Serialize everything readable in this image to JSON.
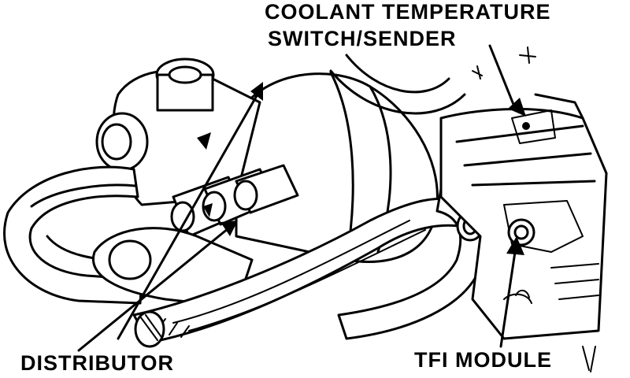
{
  "labels": {
    "coolant_line1": "COOLANT TEMPERATURE",
    "coolant_line2": "SWITCH/SENDER",
    "distributor": "DISTRIBUTOR",
    "tfi_module": "TFI MODULE"
  },
  "colors": {
    "ink": "#000000",
    "paper": "#ffffff"
  }
}
